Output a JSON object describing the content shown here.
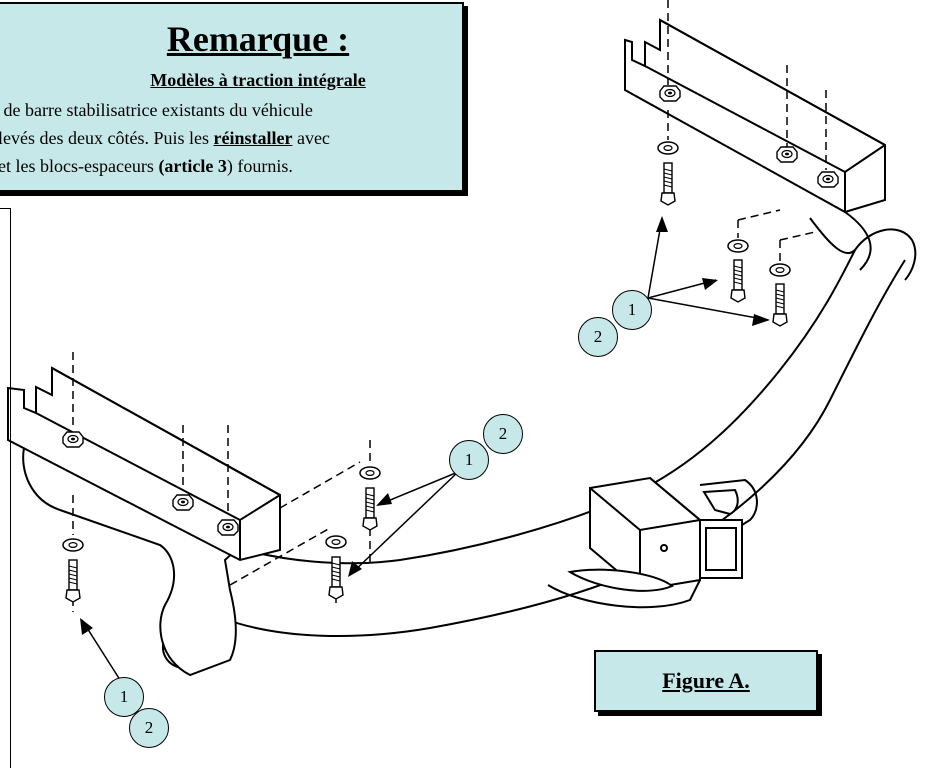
{
  "note": {
    "title": "Remarque :",
    "subtitle": "Modèles à traction intégrale",
    "line1": "s de barre stabilisatrice existants du véhicule",
    "line2_a": "levés des deux côtés. Puis les ",
    "line2_b": "réinstaller",
    "line2_c": " avec",
    "line3_a": "et les blocs-espaceurs ",
    "line3_b": "(article 3",
    "line3_c": ") fournis."
  },
  "figure_label": "Figure A.",
  "callouts": {
    "top_right": {
      "a": "1",
      "b": "2"
    },
    "middle": {
      "a": "1",
      "b": "2"
    },
    "bottom_left": {
      "a": "1",
      "b": "2"
    }
  },
  "colors": {
    "box_fill": "#c7e8e8",
    "line": "#000000",
    "background": "#ffffff"
  }
}
